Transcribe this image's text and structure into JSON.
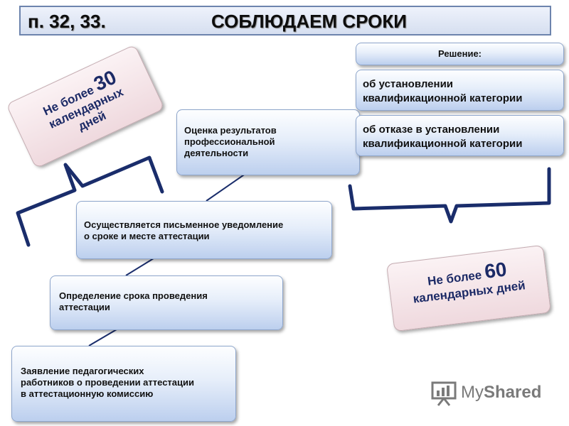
{
  "title": {
    "number": "п. 32, 33.",
    "text": "СОБЛЮДАЕМ СРОКИ"
  },
  "steps": [
    {
      "lines": [
        "Заявление педагогических",
        "работников о проведении аттестации",
        "в аттестационную комиссию"
      ]
    },
    {
      "lines": [
        "Определение срока проведения",
        "аттестации"
      ]
    },
    {
      "lines": [
        "Осуществляется письменное уведомление",
        "о сроке и месте аттестации"
      ]
    },
    {
      "lines": [
        "Оценка результатов",
        "профессиональной",
        "деятельности"
      ]
    }
  ],
  "decision": {
    "header": "Решение:",
    "options": [
      {
        "lines": [
          "об установлении",
          "квалификационной категории"
        ]
      },
      {
        "lines": [
          "об отказе в установлении",
          "квалификационной категории"
        ]
      }
    ]
  },
  "limits": {
    "days30": {
      "prefix": "Не более",
      "number": "30",
      "unit_line1": "календарных",
      "unit_line2": "дней"
    },
    "days60": {
      "prefix": "Не более",
      "number": "60",
      "unit": "календарных дней"
    }
  },
  "colors": {
    "box_border": "#8ea6cc",
    "pink_fill": "#efd9de",
    "limit_text": "#1c2a66",
    "arrow": "#1a2d6b",
    "bracket": "#1a2d6b"
  },
  "watermark": {
    "text_prefix": "My",
    "text_suffix": "Shared",
    "icon": "presentation-board-icon"
  }
}
